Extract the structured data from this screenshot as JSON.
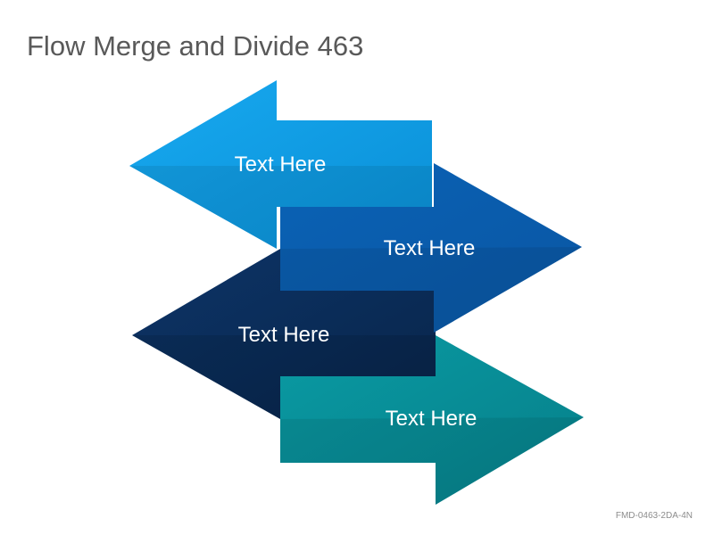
{
  "title": "Flow Merge and Divide 463",
  "footer_code": "FMD-0463-2DA-4N",
  "arrows": [
    {
      "direction": "left",
      "label": "Text Here",
      "color": "#0ea5e9"
    },
    {
      "direction": "right",
      "label": "Text Here",
      "color": "#0a63b8"
    },
    {
      "direction": "left",
      "label": "Text Here",
      "color": "#0b2f5c"
    },
    {
      "direction": "right",
      "label": "Text Here",
      "color": "#08939c"
    }
  ]
}
